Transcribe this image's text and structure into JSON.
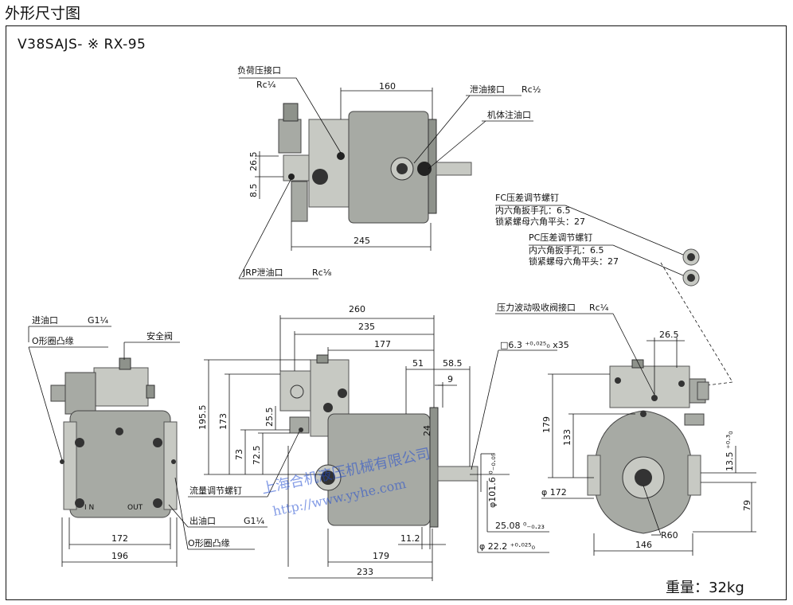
{
  "page_title": "外形尺寸图",
  "model": "V38SAJS- ※ RX-95",
  "weight": "重量：32kg",
  "top_view": {
    "load_port": "负荷压接口",
    "load_port_size": "Rc¼",
    "drain_port": "泄油接口",
    "drain_port_size": "Rc½",
    "fill_port": "机体注油口",
    "jrp_drain": "JRP泄油口",
    "jrp_drain_size": "Rc⅛",
    "dim_160": "160",
    "dim_245": "245",
    "dim_26_5": "26.5",
    "dim_8_5": "8.5"
  },
  "screws": {
    "fc_title": "FC压差调节螺钉",
    "fc_line1": "内六角扳手孔：6.5",
    "fc_line2": "锁紧螺母六角平头：27",
    "pc_title": "PC压差调节螺钉",
    "pc_line1": "内六角扳手孔：6.5",
    "pc_line2": "锁紧螺母六角平头：27"
  },
  "left_view": {
    "inlet": "进油口",
    "inlet_size": "G1¼",
    "oring_flange_top": "O形圈凸缘",
    "safety_valve": "安全阀",
    "outlet": "出油口",
    "outlet_size": "G1¼",
    "oring_flange_bottom": "O形圈凸缘",
    "dim_172": "172",
    "dim_196": "196",
    "in_mark": "I N",
    "out_mark": "OUT"
  },
  "front_view": {
    "dim_260": "260",
    "dim_235": "235",
    "dim_177": "177",
    "dim_51": "51",
    "dim_58_5": "58.5",
    "dim_9": "9",
    "dim_24": "24",
    "dim_195_5": "195.5",
    "dim_173": "173",
    "dim_73": "73",
    "dim_72_5": "72.5",
    "dim_25_5": "25.5",
    "flow_screw": "流量调节螺钉",
    "dim_11_2": "11.2",
    "dim_179": "179",
    "dim_233": "233",
    "key_spec": "□6.3 ⁺⁰·⁰²⁵₀ x35",
    "shaft_dia": "φ101.6 ⁰₋₀.₀₅",
    "key_height": "25.08 ⁰₋₀.₂₃",
    "shaft_dia2": "φ 22.2 ⁺⁰·⁰²⁵₀"
  },
  "right_view": {
    "pulse_port": "压力波动吸收阀接口",
    "pulse_port_size": "Rc¼",
    "dim_26_5": "26.5",
    "dim_179": "179",
    "dim_133": "133",
    "dim_13_5": "13.5 ⁺⁰·³₀",
    "dim_79": "79",
    "dim_phi172": "φ 172",
    "dim_r60": "R60",
    "dim_146": "146"
  },
  "watermark": {
    "line1": "上海合机液压机械有限公司",
    "line2": "http://www.yyhe.com"
  }
}
